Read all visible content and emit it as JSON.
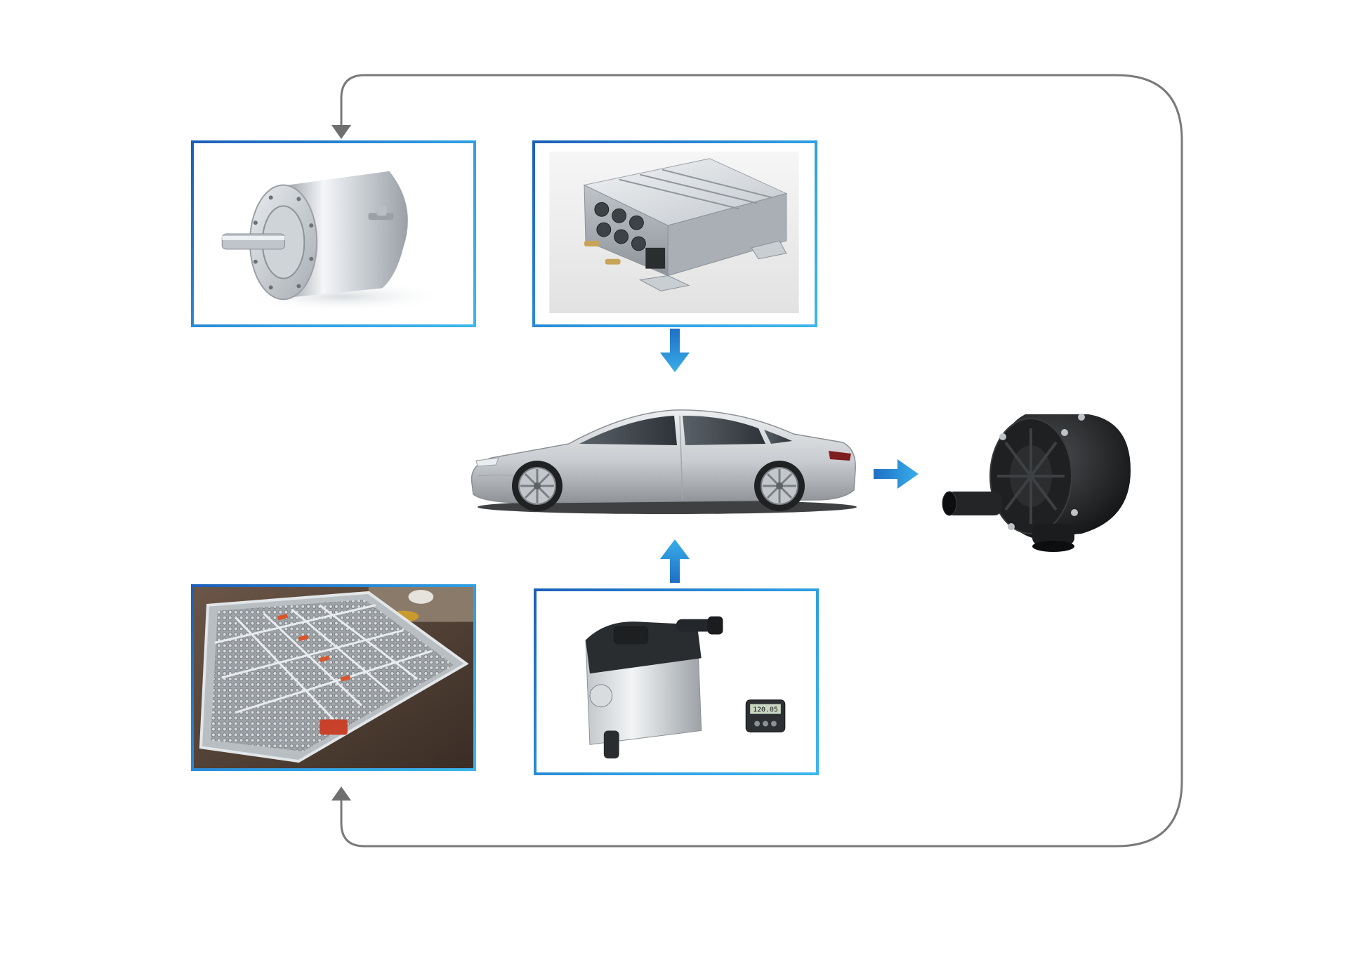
{
  "diagram": {
    "nodes": [
      {
        "id": "motor",
        "kind": "framed-image",
        "image": "electric-motor"
      },
      {
        "id": "controller",
        "kind": "framed-image",
        "image": "motor-controller-unit"
      },
      {
        "id": "battery",
        "kind": "framed-image",
        "image": "battery-pack"
      },
      {
        "id": "heater",
        "kind": "framed-image",
        "image": "parking-heater-with-timer"
      },
      {
        "id": "vehicle",
        "kind": "image",
        "image": "electric-car"
      },
      {
        "id": "pump",
        "kind": "image",
        "image": "electric-water-pump"
      }
    ],
    "edges": [
      {
        "from": "controller",
        "to": "vehicle",
        "style": "blue-block-arrow"
      },
      {
        "from": "heater",
        "to": "vehicle",
        "style": "blue-block-arrow"
      },
      {
        "from": "vehicle",
        "to": "pump",
        "style": "blue-block-arrow"
      },
      {
        "from": "pump",
        "to": "motor",
        "style": "gray-loop-line"
      },
      {
        "from": "pump",
        "to": "battery",
        "style": "gray-loop-line"
      }
    ],
    "colors": {
      "frame": "#2b8fd6",
      "block_arrow": "#2a8fd8",
      "loop_line": "#7a7a7a"
    },
    "heater_timer_display": "120.05"
  }
}
